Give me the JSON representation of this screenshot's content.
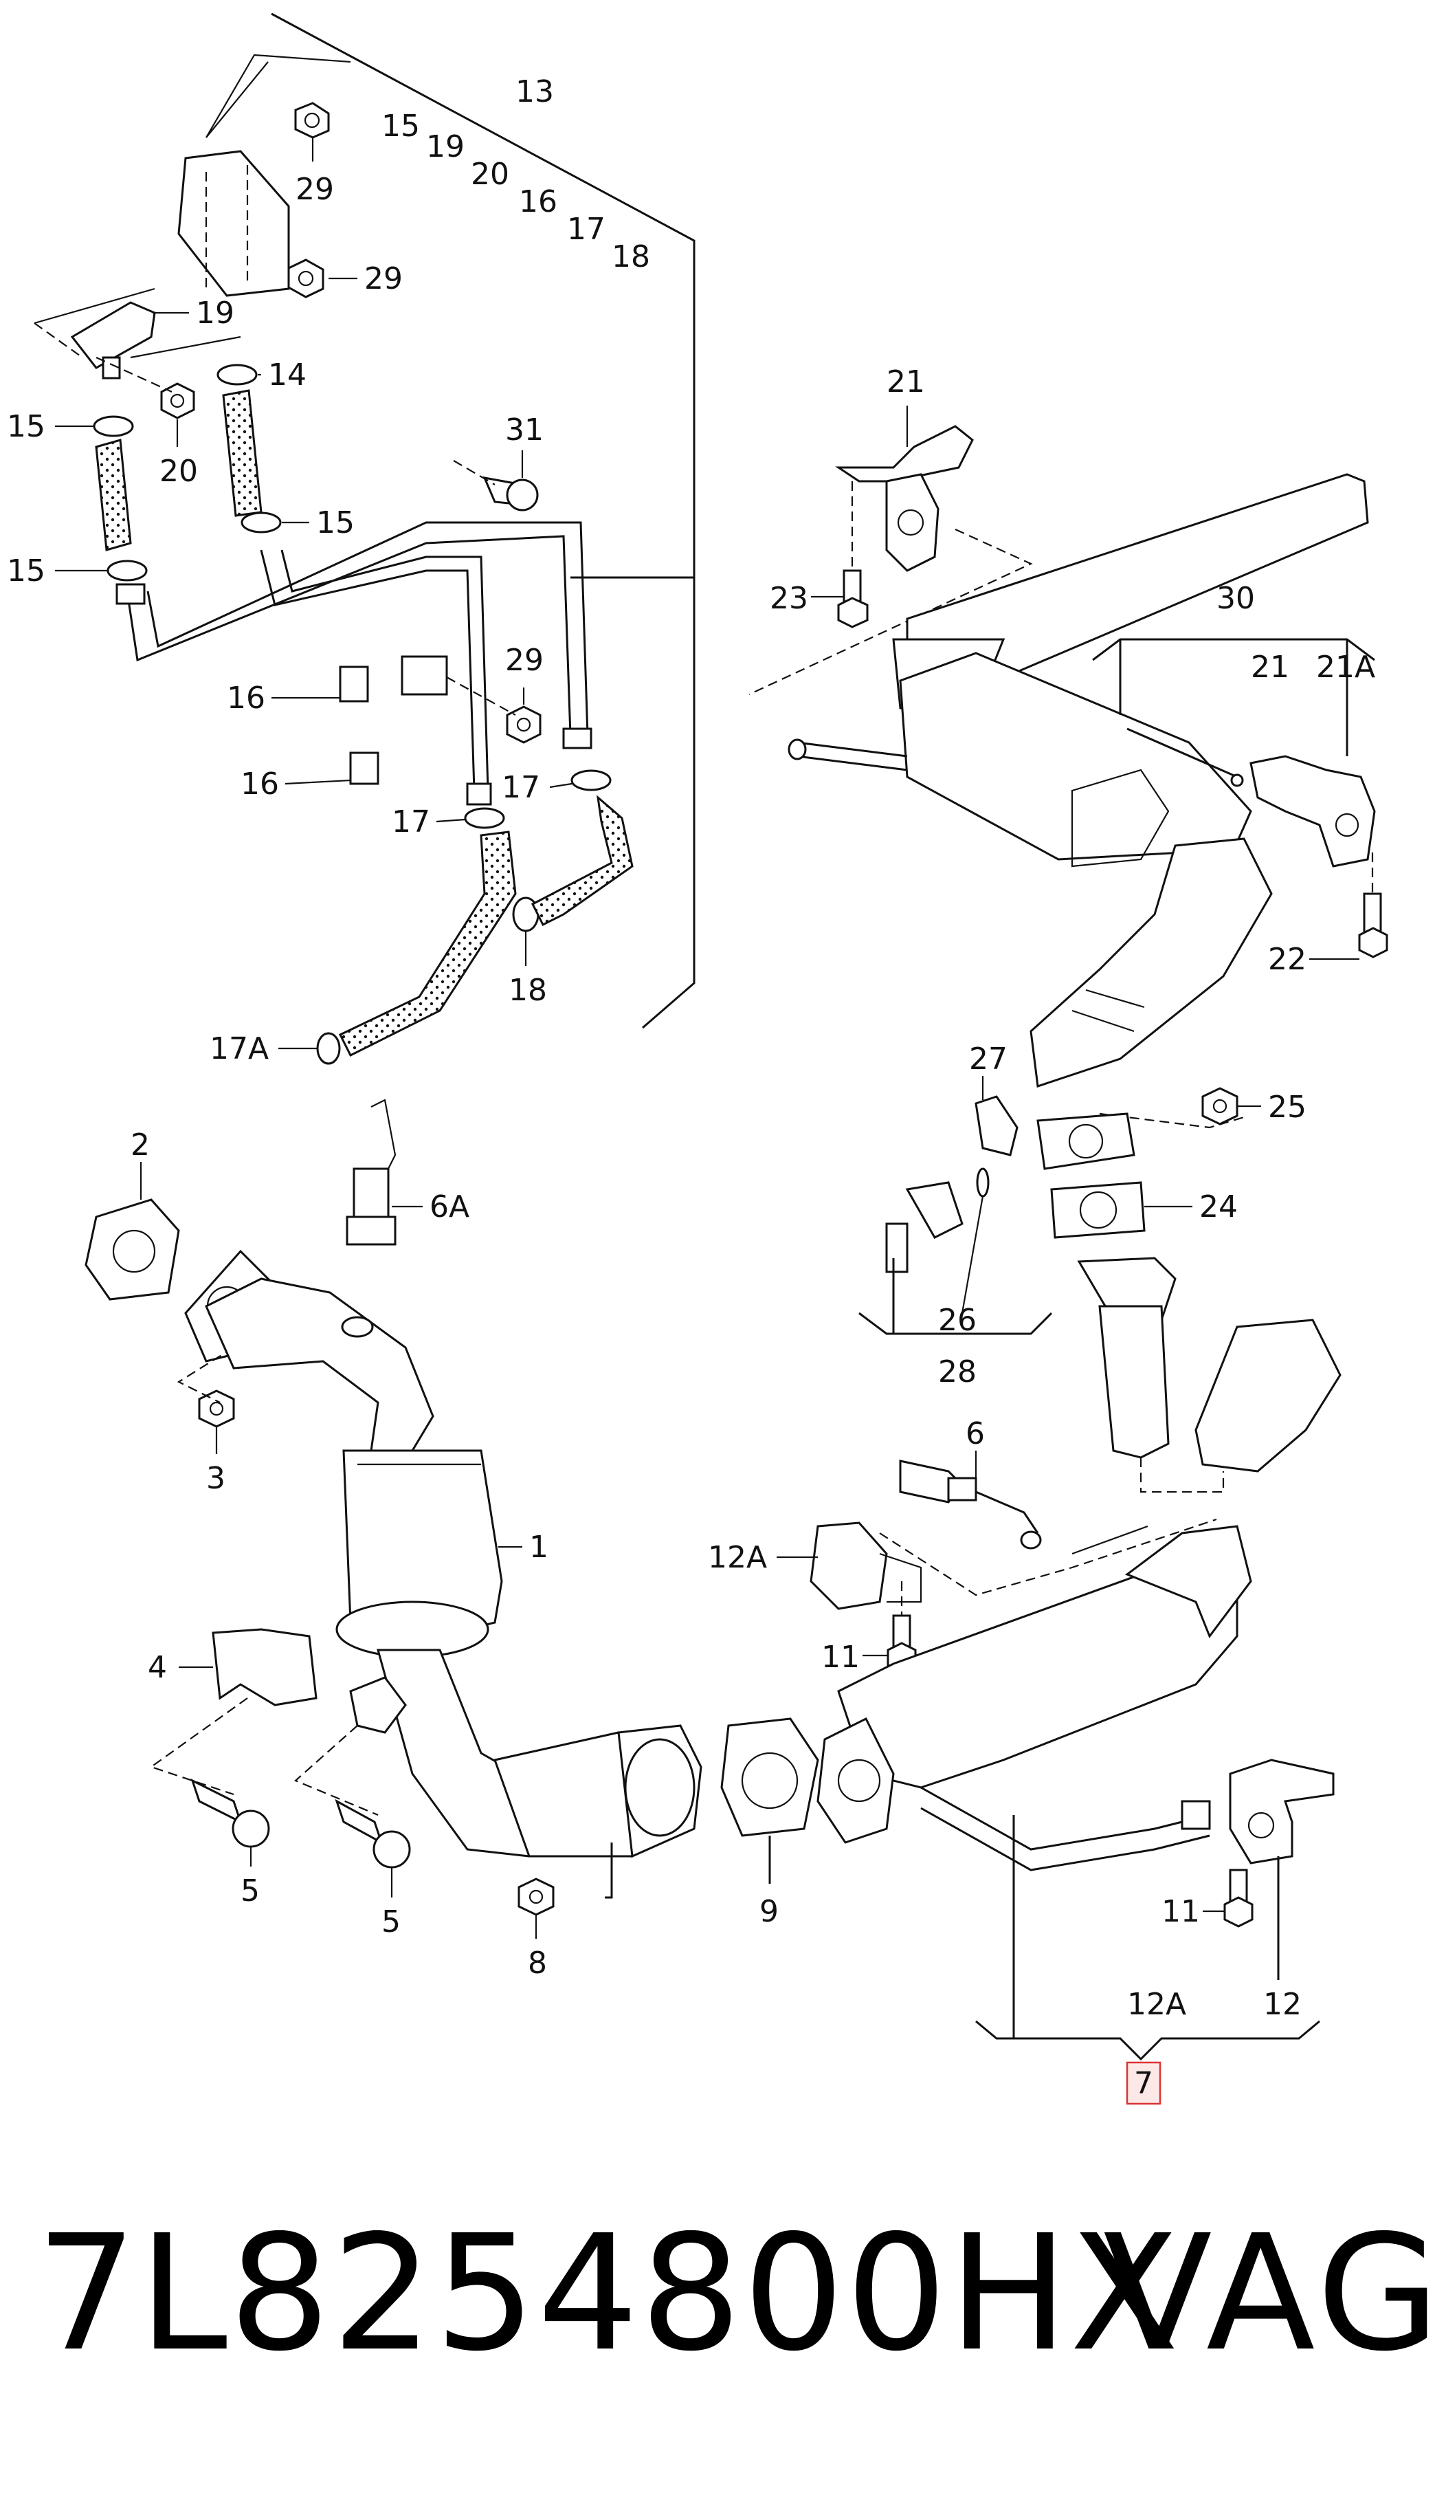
{
  "diagram": {
    "callouts": {
      "c13": "13",
      "c15a": "15",
      "c19a": "19",
      "c20a": "20",
      "c16a": "16",
      "c17a": "17",
      "c18a": "18",
      "c29a": "29",
      "c29b": "29",
      "c19b": "19",
      "c14": "14",
      "c15b": "15",
      "c20b": "20",
      "c31": "31",
      "c15c": "15",
      "c15d": "15",
      "c29c": "29",
      "c16b": "16",
      "c16c": "16",
      "c17b": "17",
      "c17c": "17",
      "c18b": "18",
      "c17A": "17A",
      "c21a": "21",
      "c23": "23",
      "c30": "30",
      "c21b": "21",
      "c21A": "21A",
      "c22": "22",
      "c27": "27",
      "c25": "25",
      "c24": "24",
      "c26": "26",
      "c28": "28",
      "c2": "2",
      "c6A": "6A",
      "c3": "3",
      "c1": "1",
      "c4": "4",
      "c5a": "5",
      "c5b": "5",
      "c6": "6",
      "c12Aa": "12A",
      "c11a": "11",
      "c11b": "11",
      "c9": "9",
      "c8": "8",
      "c12Ab": "12A",
      "c12": "12",
      "c7": "7"
    },
    "highlighted_part": "7"
  },
  "footer": {
    "part_number": "7L8254800HX",
    "brand": "VAG"
  }
}
